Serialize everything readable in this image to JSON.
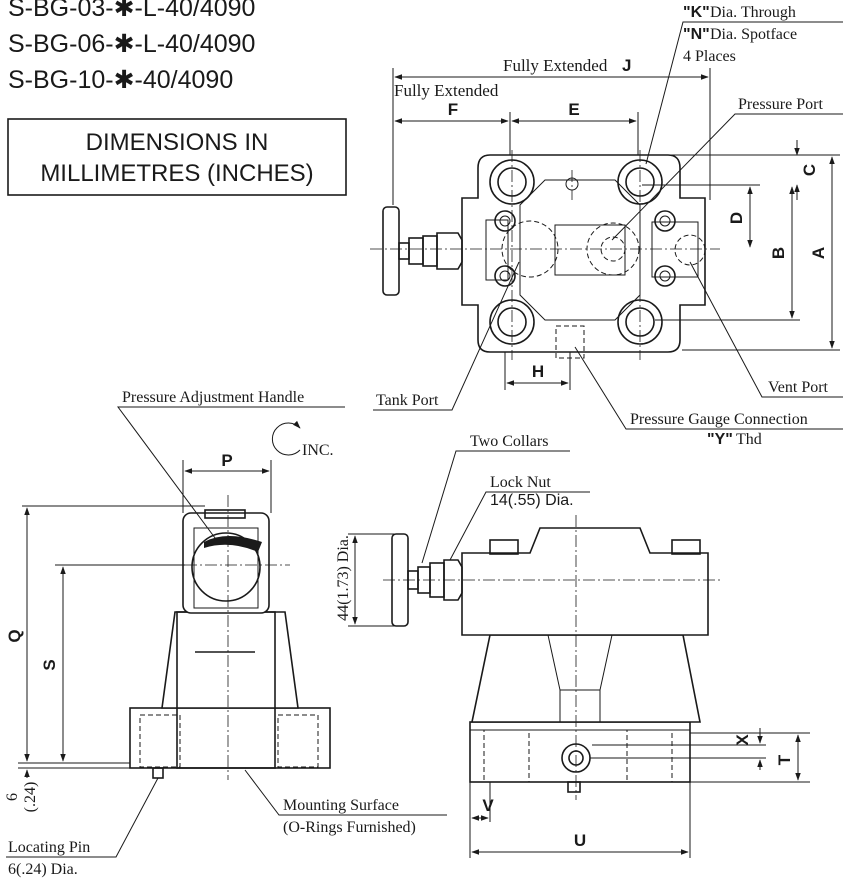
{
  "models": [
    "S-BG-03-✱-L-40/4090",
    "S-BG-06-✱-L-40/4090",
    "S-BG-10-✱-40/4090"
  ],
  "dim_box": {
    "line1": "DIMENSIONS IN",
    "line2": "MILLIMETRES (INCHES)"
  },
  "top_view": {
    "fully_extended_j": "Fully Extended",
    "j": "J",
    "fully_extended_f": "Fully Extended",
    "f": "F",
    "e": "E",
    "k_key": "\"K\"",
    "k_text": "Dia. Through",
    "n_key": "\"N\"",
    "n_text": "Dia. Spotface",
    "places": "4 Places",
    "pressure_port": "Pressure Port",
    "c": "C",
    "d": "D",
    "b": "B",
    "a": "A",
    "h": "H",
    "tank_port": "Tank Port",
    "vent_port": "Vent Port",
    "gauge_connection": "Pressure Gauge Connection",
    "y_key": "\"Y\"",
    "y_text": "Thd"
  },
  "side_view": {
    "pressure_adjustment_handle": "Pressure Adjustment Handle",
    "inc": "INC.",
    "p": "P",
    "q": "Q",
    "s": "S",
    "six": "6",
    "six_in": "(.24)",
    "mounting_surface": "Mounting Surface",
    "orings": "(O-Rings Furnished)",
    "locating_pin": "Locating Pin",
    "pin_dia": "6(.24) Dia."
  },
  "front_view": {
    "two_collars": "Two Collars",
    "lock_nut": "Lock Nut",
    "lock_nut_dia": "14(.55) Dia.",
    "knob_dia": "44(1.73) Dia.",
    "x": "X",
    "t": "T",
    "v": "V",
    "u": "U"
  }
}
